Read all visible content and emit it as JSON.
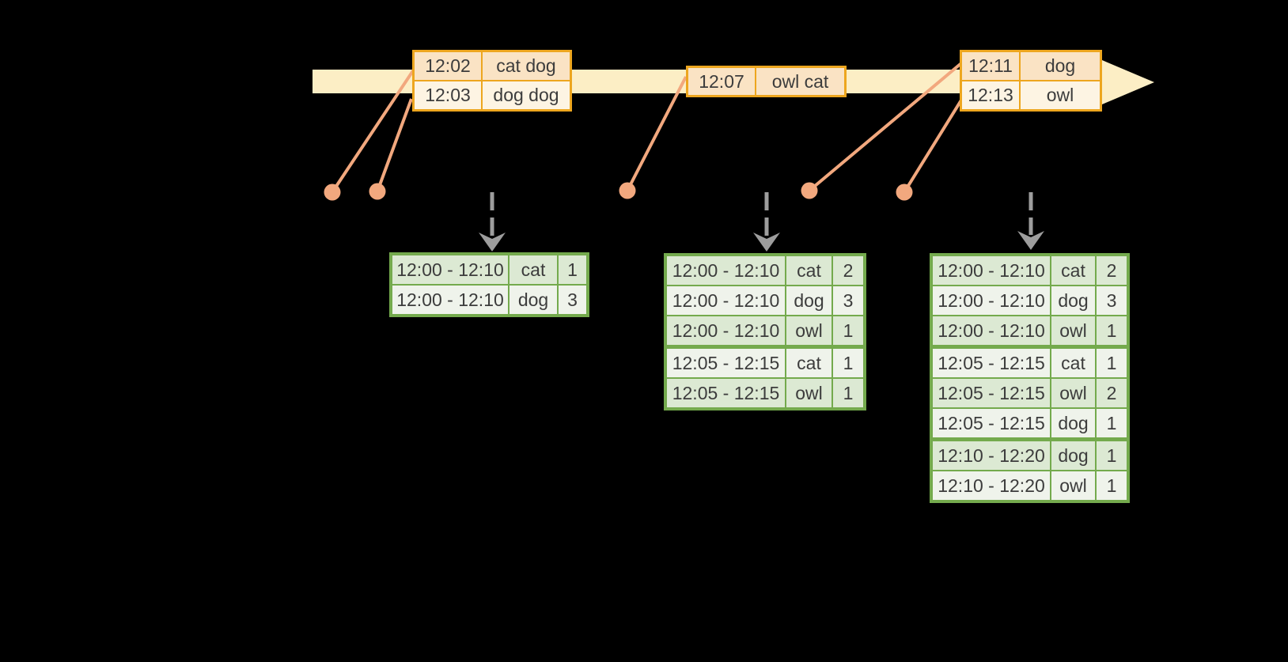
{
  "palette": {
    "background": "#000000",
    "timeline_fill": "#FCEEC5",
    "event_border": "#EDA61F",
    "event_row_dark": "#FAE3C4",
    "event_row_light": "#FDF4E3",
    "result_border": "#74AA4D",
    "result_row_dark": "#DCE9D3",
    "result_row_light": "#EFF3EB",
    "marker": "#F2A87E",
    "trigger_arrow": "#9D9D9D",
    "text": "#3C3C3C"
  },
  "event_tables": [
    {
      "rows": [
        {
          "time": "12:02",
          "words": "cat dog"
        },
        {
          "time": "12:03",
          "words": "dog dog"
        }
      ]
    },
    {
      "rows": [
        {
          "time": "12:07",
          "words": "owl cat"
        }
      ]
    },
    {
      "rows": [
        {
          "time": "12:11",
          "words": "dog"
        },
        {
          "time": "12:13",
          "words": "owl"
        }
      ]
    }
  ],
  "result_tables": [
    {
      "rows": [
        {
          "window": "12:00 - 12:10",
          "word": "cat",
          "count": "1",
          "group": 0
        },
        {
          "window": "12:00 - 12:10",
          "word": "dog",
          "count": "3",
          "group": 0
        }
      ]
    },
    {
      "rows": [
        {
          "window": "12:00 - 12:10",
          "word": "cat",
          "count": "2",
          "group": 0
        },
        {
          "window": "12:00 - 12:10",
          "word": "dog",
          "count": "3",
          "group": 0
        },
        {
          "window": "12:00 - 12:10",
          "word": "owl",
          "count": "1",
          "group": 0
        },
        {
          "window": "12:05 - 12:15",
          "word": "cat",
          "count": "1",
          "group": 1
        },
        {
          "window": "12:05 - 12:15",
          "word": "owl",
          "count": "1",
          "group": 1
        }
      ]
    },
    {
      "rows": [
        {
          "window": "12:00 - 12:10",
          "word": "cat",
          "count": "2",
          "group": 0
        },
        {
          "window": "12:00 - 12:10",
          "word": "dog",
          "count": "3",
          "group": 0
        },
        {
          "window": "12:00 - 12:10",
          "word": "owl",
          "count": "1",
          "group": 0
        },
        {
          "window": "12:05 - 12:15",
          "word": "cat",
          "count": "1",
          "group": 1
        },
        {
          "window": "12:05 - 12:15",
          "word": "owl",
          "count": "2",
          "group": 1
        },
        {
          "window": "12:05 - 12:15",
          "word": "dog",
          "count": "1",
          "group": 1
        },
        {
          "window": "12:10 - 12:20",
          "word": "dog",
          "count": "1",
          "group": 2
        },
        {
          "window": "12:10 - 12:20",
          "word": "owl",
          "count": "1",
          "group": 2
        }
      ]
    }
  ]
}
